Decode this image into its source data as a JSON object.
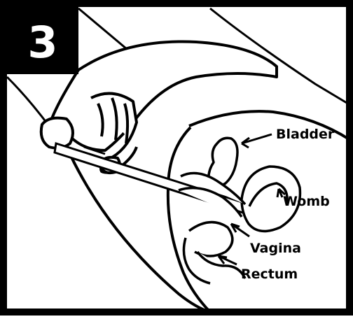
{
  "step": {
    "number": "3"
  },
  "labels": {
    "bladder": "Bladder",
    "womb": "Womb",
    "vagina": "Vagina",
    "rectum": "Rectum"
  },
  "colors": {
    "ink": "#000000",
    "paper": "#ffffff"
  }
}
